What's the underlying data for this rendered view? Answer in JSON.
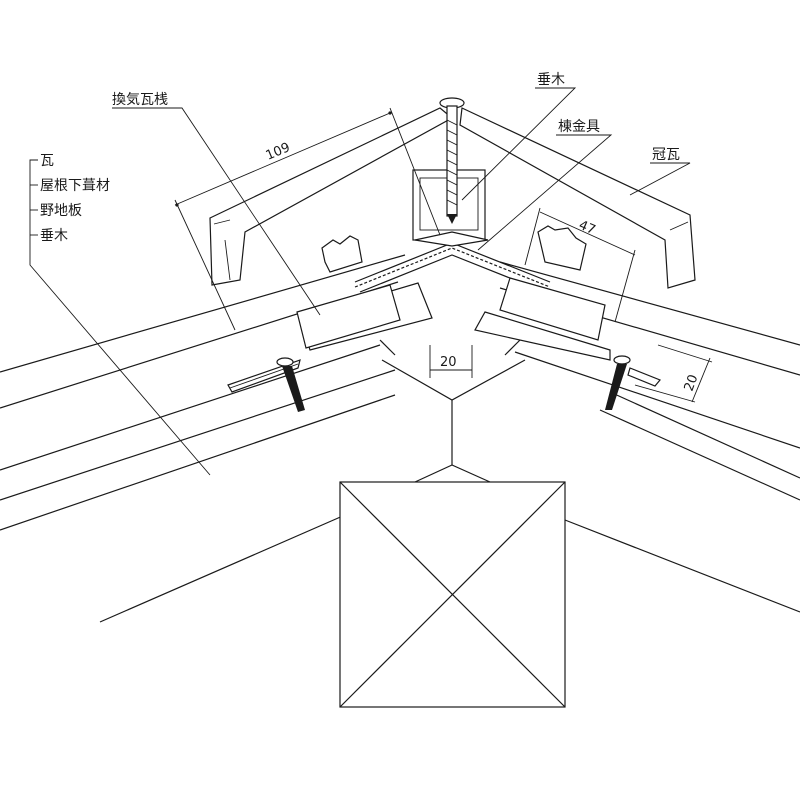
{
  "labels": {
    "kanki_gawara_san": "換気瓦桟",
    "taruki_top": "垂木",
    "mune_kanagu": "棟金具",
    "kanmuri_gawara": "冠瓦",
    "layer_kawara": "瓦",
    "layer_yane_shita": "屋根下葺材",
    "layer_nojiita": "野地板",
    "layer_taruki": "垂木"
  },
  "dimensions": {
    "d109": "109",
    "d47": "47",
    "d20_center": "20",
    "d20_right": "20"
  }
}
